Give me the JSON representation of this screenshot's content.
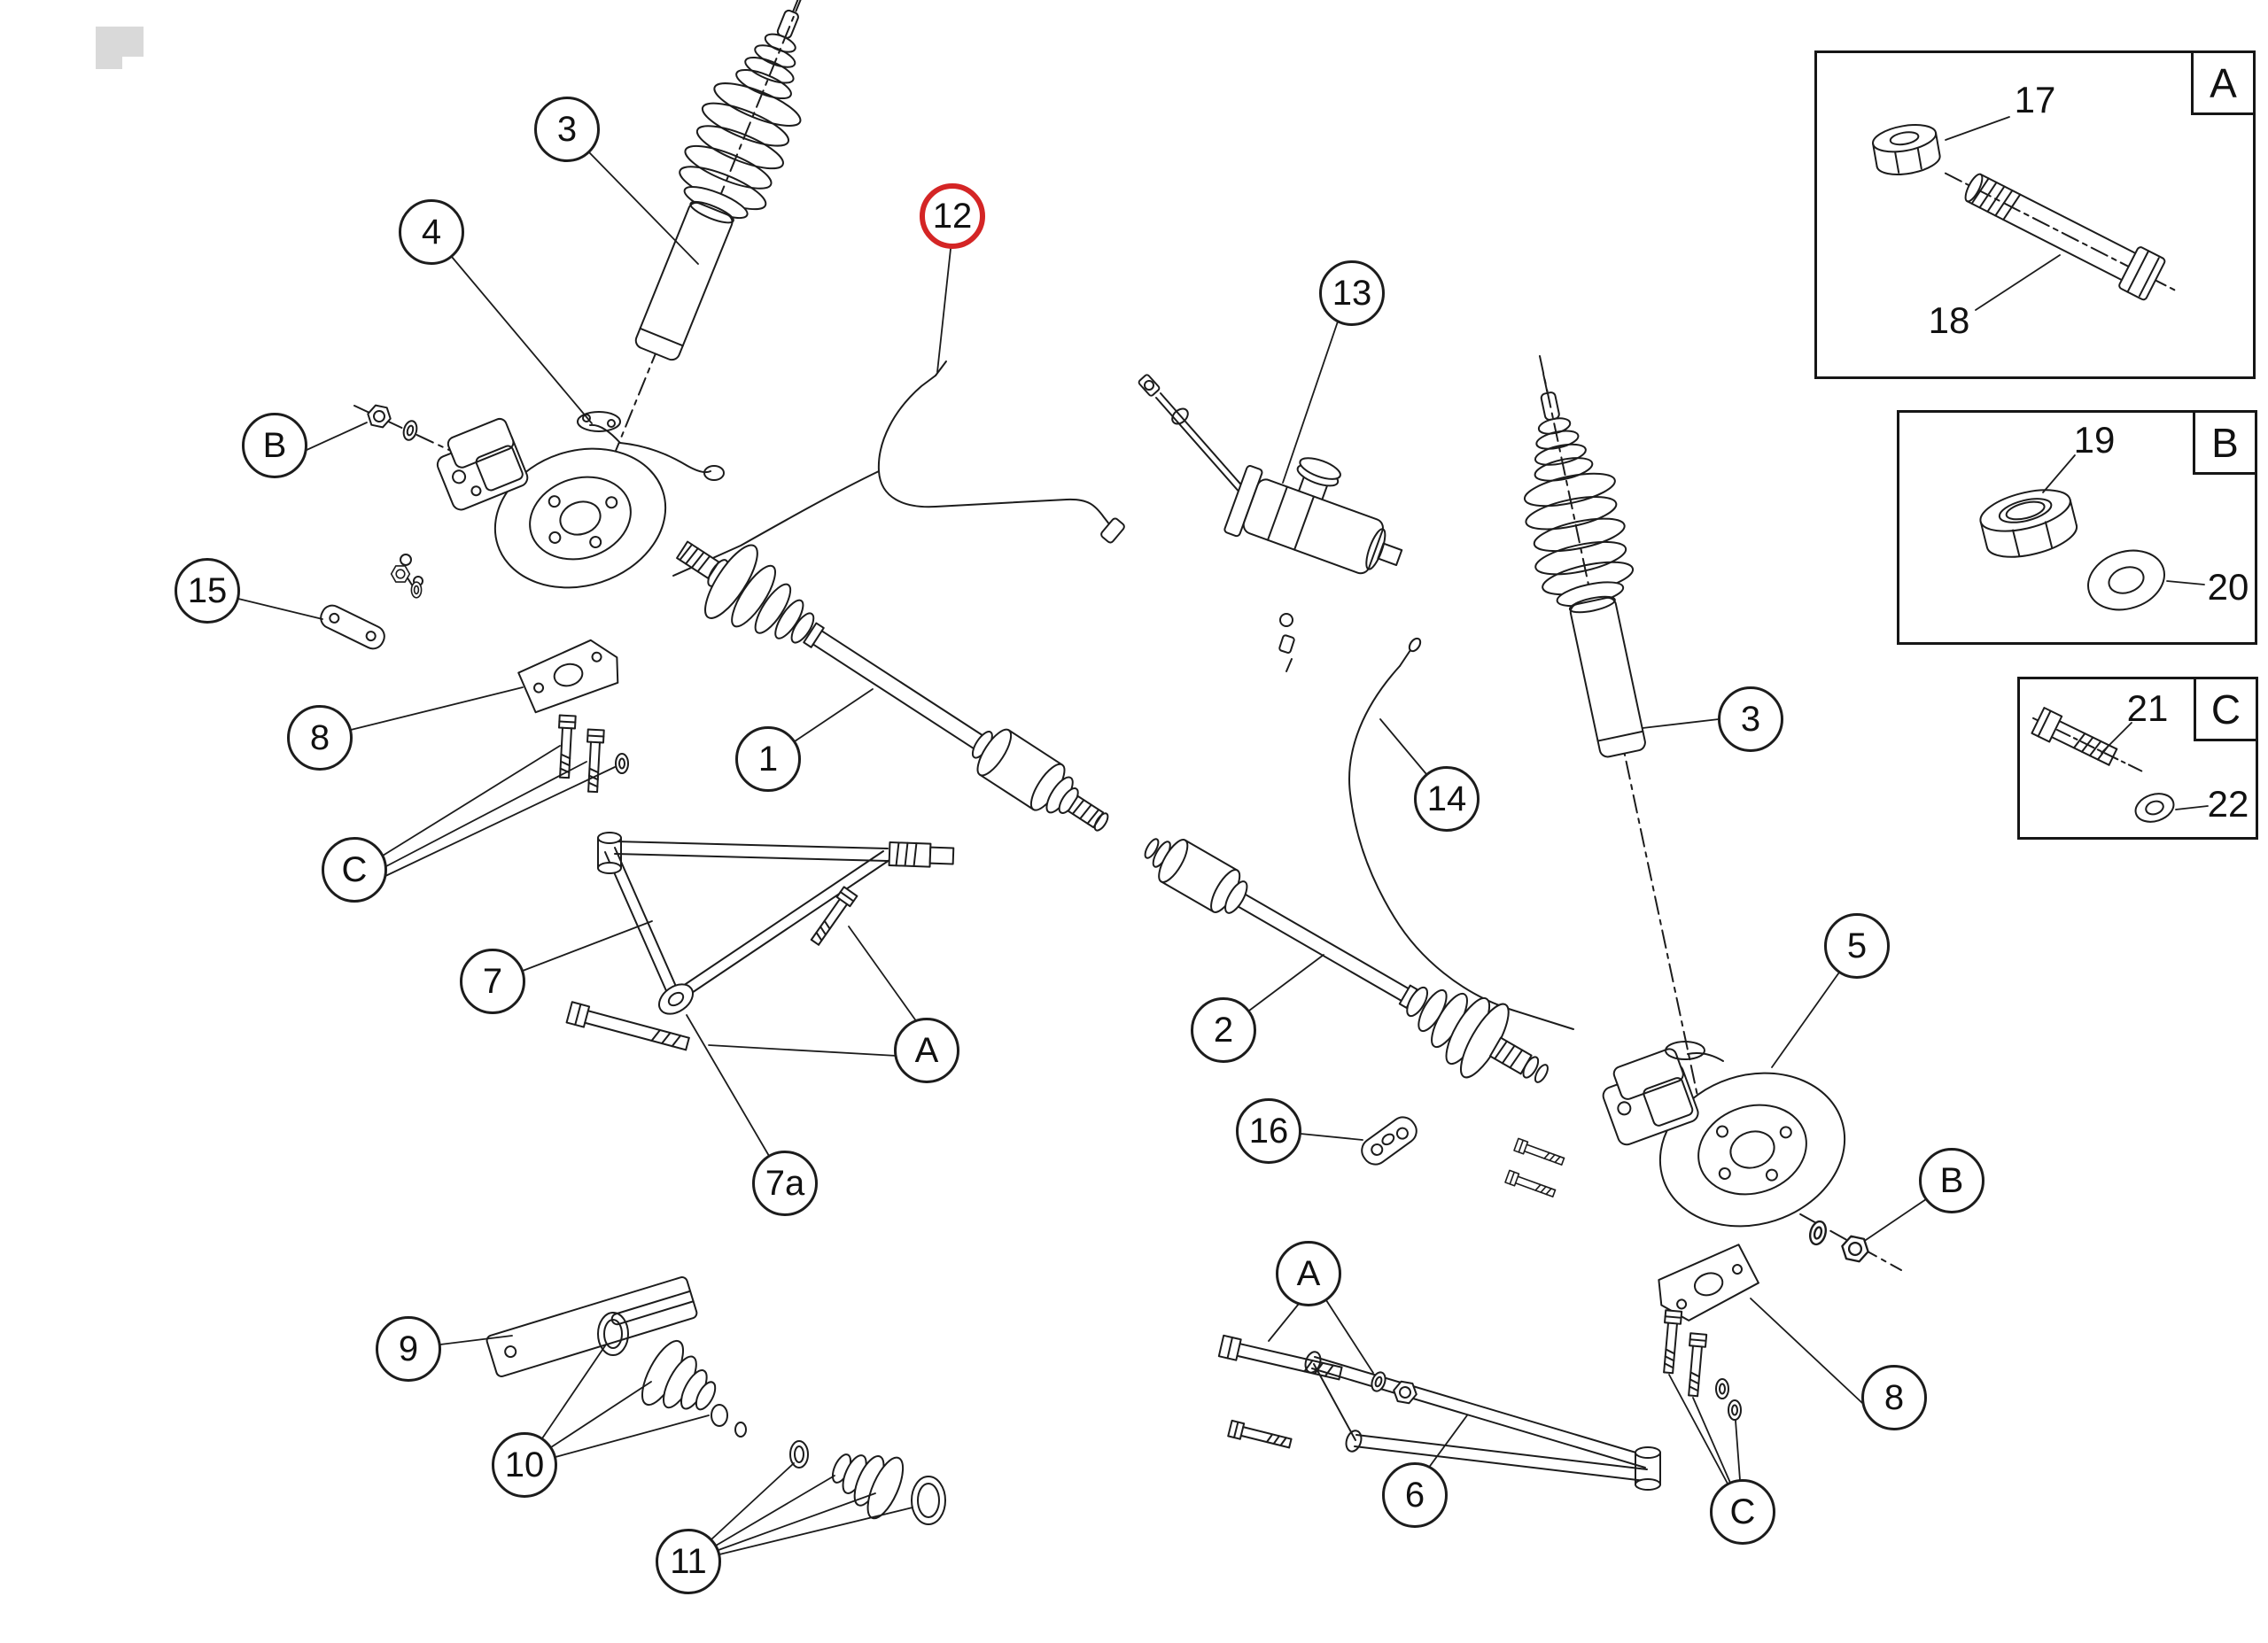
{
  "diagram": {
    "background": "#ffffff",
    "line_color": "#1c1c1c",
    "highlight_color": "#d42525",
    "highlighted_item": "12"
  },
  "callouts": {
    "n1": "1",
    "n2": "2",
    "n3_left": "3",
    "n3_right": "3",
    "n4": "4",
    "n5": "5",
    "n6": "6",
    "n7": "7",
    "n7a": "7a",
    "n8_left": "8",
    "n8_right": "8",
    "n9": "9",
    "n10": "10",
    "n11": "11",
    "n12": "12",
    "n13": "13",
    "n14": "14",
    "n15": "15",
    "n16": "16",
    "ref_a_left": "A",
    "ref_a_right": "A",
    "ref_b_left": "B",
    "ref_b_right": "B",
    "ref_c_left": "C",
    "ref_c_right": "C"
  },
  "insets": {
    "a": {
      "box_label": "A",
      "part_17": "17",
      "part_18": "18"
    },
    "b": {
      "box_label": "B",
      "part_19": "19",
      "part_20": "20"
    },
    "c": {
      "box_label": "C",
      "part_21": "21",
      "part_22": "22"
    }
  }
}
